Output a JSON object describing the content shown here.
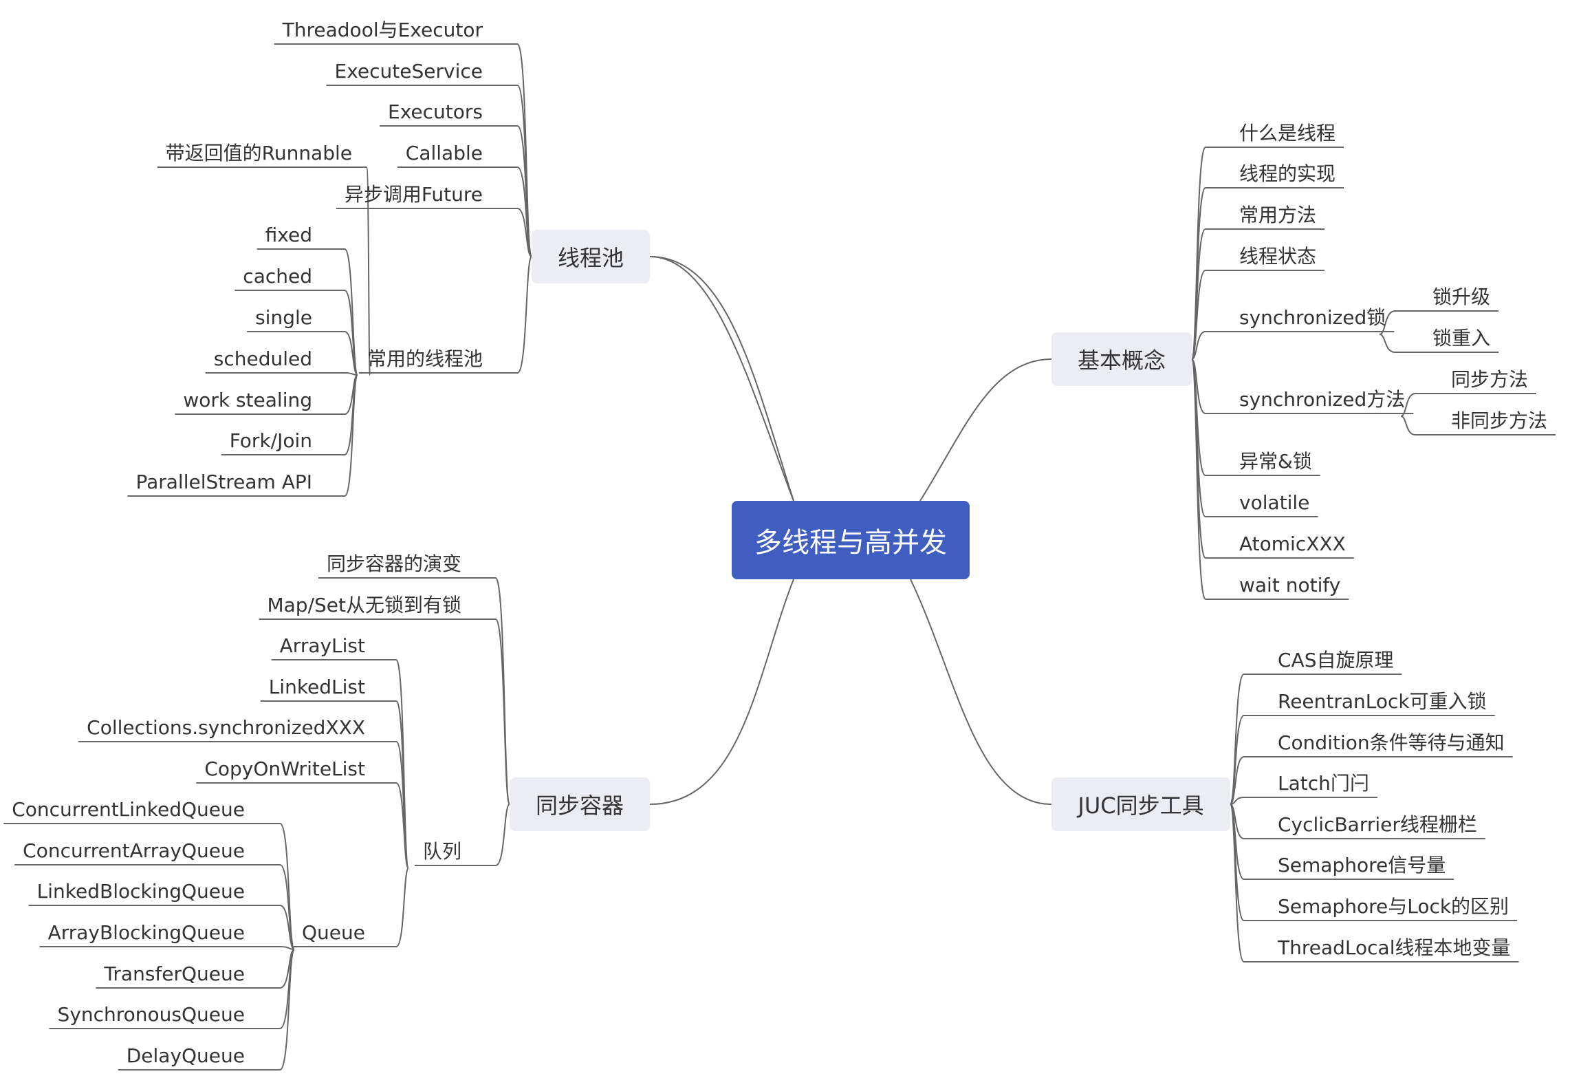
{
  "root": "多线程与高并发",
  "branches": {
    "pool": {
      "label": "线程池",
      "items": {
        "executor": "Threadool与Executor",
        "execute_service": "ExecuteService",
        "executors": "Executors",
        "callable": "Callable",
        "callable_note": "带返回值的Runnable",
        "future": "异步调用Future",
        "common": {
          "label": "常用的线程池",
          "items": [
            "fixed",
            "cached",
            "single",
            "scheduled",
            "work stealing",
            "Fork/Join",
            "ParallelStream API"
          ]
        }
      }
    },
    "basics": {
      "label": "基本概念",
      "items": {
        "what": "什么是线程",
        "impl": "线程的实现",
        "methods": "常用方法",
        "state": "线程状态",
        "sync_lock": "synchronized锁",
        "sync_lock_children": [
          "锁升级",
          "锁重入"
        ],
        "sync_method": "synchronized方法",
        "sync_method_children": [
          "同步方法",
          "非同步方法"
        ],
        "exception": "异常&锁",
        "volatile": "volatile",
        "atomic": "AtomicXXX",
        "wait": "wait notify"
      }
    },
    "containers": {
      "label": "同步容器",
      "items": {
        "evolution": "同步容器的演变",
        "mapset": "Map/Set从无锁到有锁",
        "queue_group": {
          "label": "队列",
          "list_items": [
            "ArrayList",
            "LinkedList",
            "Collections.synchronizedXXX",
            "CopyOnWriteList"
          ],
          "queue": {
            "label": "Queue",
            "items": [
              "ConcurrentLinkedQueue",
              "ConcurrentArrayQueue",
              "LinkedBlockingQueue",
              "ArrayBlockingQueue",
              "TransferQueue",
              "SynchronousQueue",
              "DelayQueue"
            ]
          }
        }
      }
    },
    "juc": {
      "label": "JUC同步工具",
      "items": [
        "CAS自旋原理",
        "ReentranLock可重入锁",
        "Condition条件等待与通知",
        "Latch门闩",
        "CyclicBarrier线程栅栏",
        "Semaphore信号量",
        "Semaphore与Lock的区别",
        "ThreadLocal线程本地变量"
      ]
    }
  },
  "colors": {
    "root_fill": "#3f5ec0",
    "node_fill": "#ecedf2",
    "line": "#666666",
    "text": "#333333"
  }
}
